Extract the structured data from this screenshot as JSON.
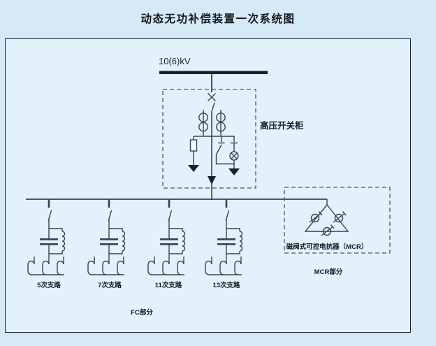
{
  "title": "动态无功补偿装置一次系统图",
  "diagram": {
    "bus_voltage_label": "10(6)kV",
    "switchgear_label": "高压开关柜",
    "fc_section_label": "FC部分",
    "branches": [
      {
        "label": "5次支路"
      },
      {
        "label": "7次支路"
      },
      {
        "label": "11次支路"
      },
      {
        "label": "13次支路"
      }
    ],
    "mcr": {
      "device_label": "磁阀式可控电抗器（MCR）",
      "section_label": "MCR部分"
    },
    "colors": {
      "page_background": "#d5e9f7",
      "panel_background": "#e3f1fb",
      "line": "#39434b",
      "busbar": "#1b2127",
      "text": "#15191e"
    }
  }
}
